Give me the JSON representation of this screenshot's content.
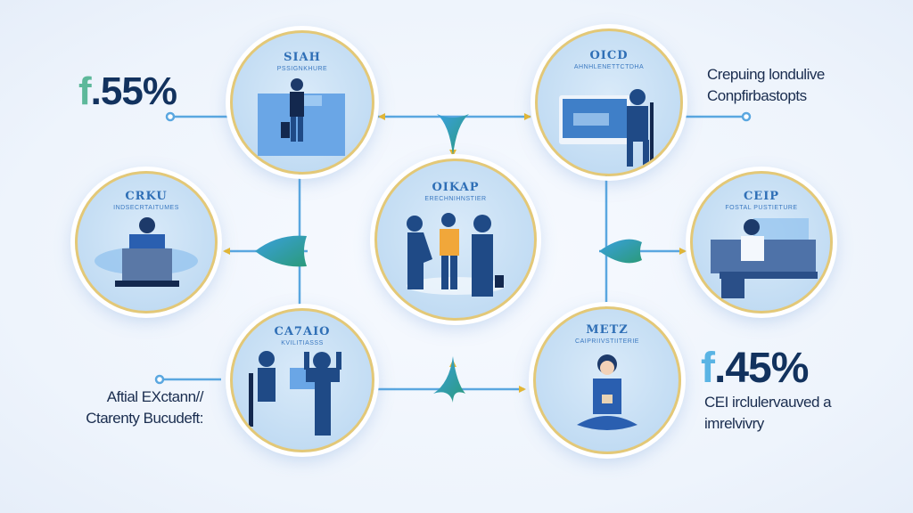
{
  "stats": [
    {
      "prefix": "f",
      "value": ".55%"
    },
    {
      "prefix": "f",
      "value": ".45%"
    }
  ],
  "captions": {
    "top_right": [
      "Crepuing londulive",
      "Conpfirbastopts"
    ],
    "bottom_left": [
      "Aftial EXctann//",
      "Ctarenty Bucudeft:"
    ],
    "bottom_right": [
      "CEI irclulervauved a",
      "imrelvivry"
    ]
  },
  "nodes": [
    {
      "title": "SIAH",
      "subtitle": "PSSIGNKHURE"
    },
    {
      "title": "OICD",
      "subtitle": "AHNHLENETTCTDHA"
    },
    {
      "title": "CRKU",
      "subtitle": "INDSECRTAITUMES"
    },
    {
      "title": "OIKAP",
      "subtitle": "ERECHNIHNSTIER"
    },
    {
      "title": "CEIP",
      "subtitle": "FOSTAL PUSTIETURE"
    },
    {
      "title": "CA7AIO",
      "subtitle": "KVILITIASSS"
    },
    {
      "title": "METZ",
      "subtitle": "CAIPRIIVSTIITERIE"
    }
  ],
  "colors": {
    "accent": "#2f6fb6",
    "connector": "#5aa7e0",
    "arrow": "#e8b830",
    "dark": "#12325e"
  }
}
